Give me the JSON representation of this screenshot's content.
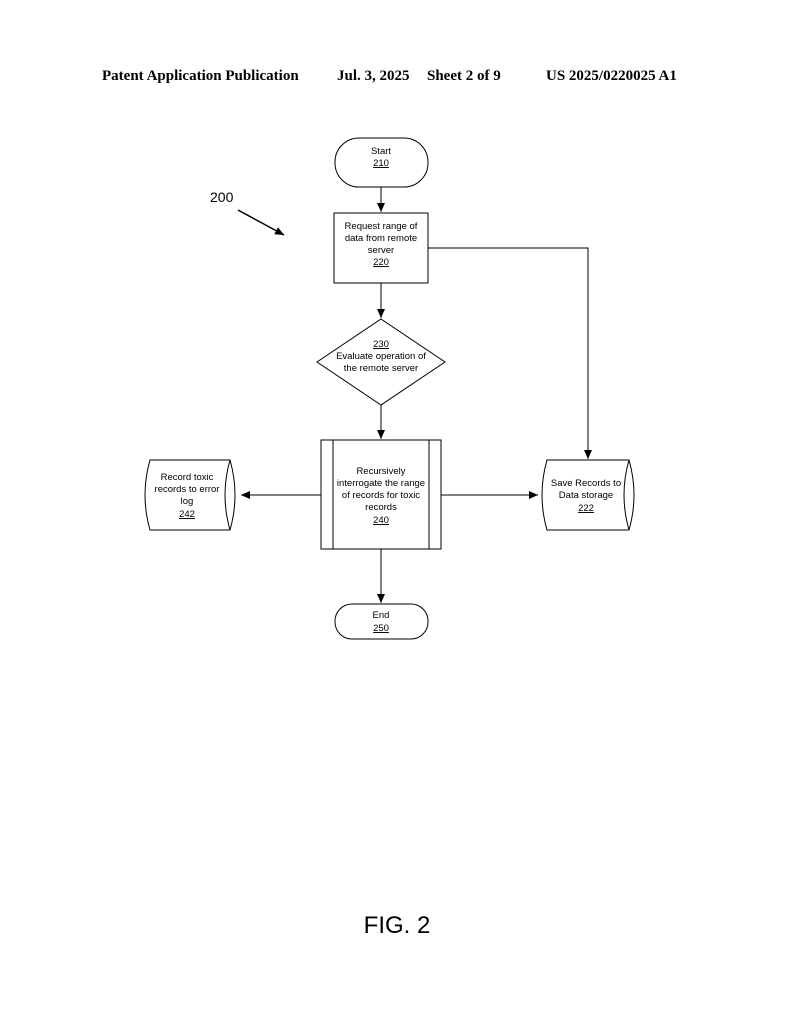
{
  "header": {
    "publication": "Patent Application Publication",
    "date": "Jul. 3, 2025",
    "sheet": "Sheet 2 of 9",
    "number": "US 2025/0220025 A1"
  },
  "diagram_label": "200",
  "nodes": {
    "start": {
      "line1": "Start",
      "ref": "210"
    },
    "request": {
      "line1": "Request range of",
      "line2": "data from remote",
      "line3": "server",
      "ref": "220"
    },
    "evaluate": {
      "ref": "230",
      "line1": "Evaluate operation of",
      "line2": "the remote server"
    },
    "interrogate": {
      "line1": "Recursively",
      "line2": "interrogate the range",
      "line3": "of records for toxic",
      "line4": "records",
      "ref": "240"
    },
    "error_log": {
      "line1": "Record toxic",
      "line2": "records to error",
      "line3": "log",
      "ref": "242"
    },
    "save": {
      "line1": "Save Records to",
      "line2": "Data storage",
      "ref": "222"
    },
    "end": {
      "line1": "End",
      "ref": "250"
    }
  },
  "figure_label": "FIG. 2"
}
